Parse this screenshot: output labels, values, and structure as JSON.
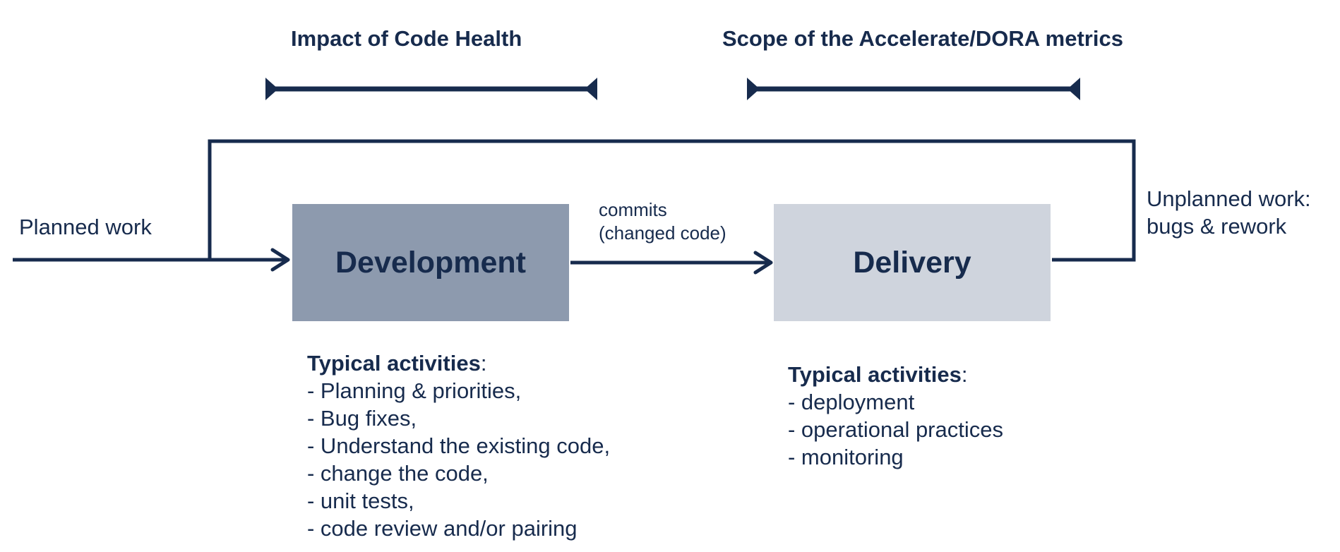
{
  "colors": {
    "ink": "#172b4d",
    "development_box": "#8d9aae",
    "delivery_box": "#cfd4dd"
  },
  "scopes": {
    "code_health": "Impact of Code Health",
    "dora": "Scope of the Accelerate/DORA metrics"
  },
  "flow": {
    "planned_work": "Planned work",
    "commits_line1": "commits",
    "commits_line2": "(changed code)",
    "unplanned_line1": "Unplanned work:",
    "unplanned_line2": "bugs & rework"
  },
  "stages": {
    "development": "Development",
    "delivery": "Delivery"
  },
  "activities": {
    "development": {
      "heading": "Typical activities",
      "suffix": ":",
      "items": [
        "- Planning & priorities,",
        "- Bug fixes,",
        "- Understand the existing code,",
        "- change the code,",
        "- unit tests,",
        "- code review and/or pairing"
      ]
    },
    "delivery": {
      "heading": "Typical activities",
      "suffix": ":",
      "items": [
        "- deployment",
        "- operational practices",
        "- monitoring"
      ]
    }
  }
}
